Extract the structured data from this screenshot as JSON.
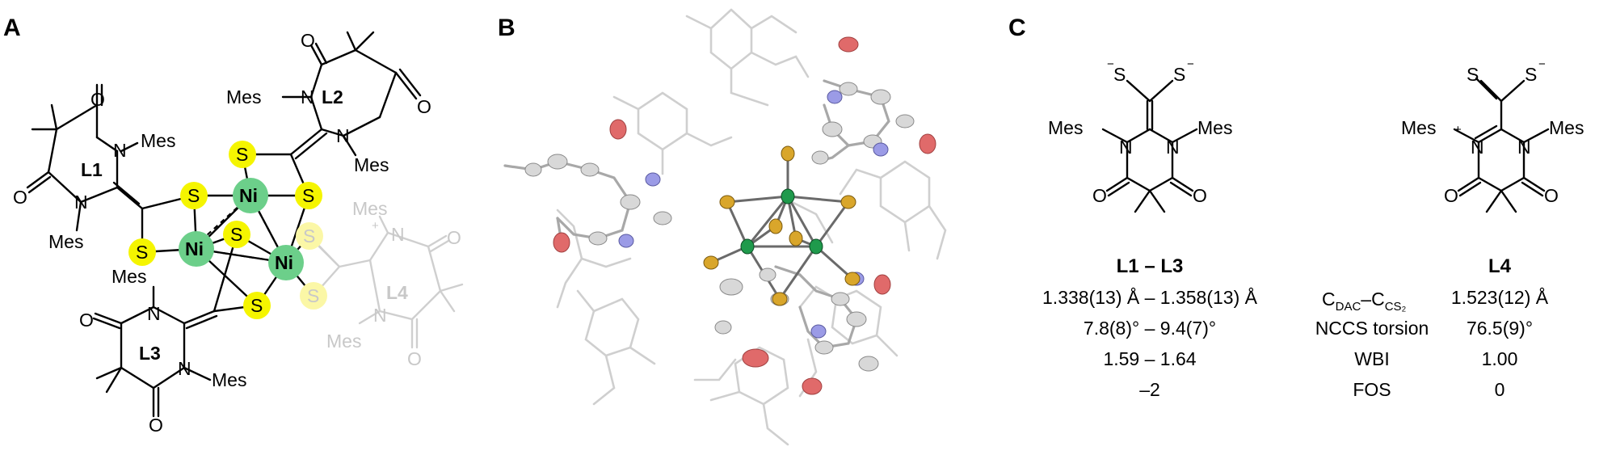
{
  "panels": {
    "a": {
      "letter": "A"
    },
    "b": {
      "letter": "B"
    },
    "c": {
      "letter": "C"
    }
  },
  "labels": {
    "mes": "Mes",
    "ni": "Ni",
    "s": "S",
    "o": "O",
    "n": "N",
    "plus": "+",
    "minus": "−",
    "ligands": [
      "L1",
      "L2",
      "L3",
      "L4"
    ]
  },
  "table": {
    "col1_header": "L1 – L3",
    "col2_header": "L4",
    "rows": [
      {
        "label_main": "C",
        "label_sub1": "DAC",
        "label_dash": "–C",
        "label_sub2": "CS₂",
        "col1": "1.338(13) Å – 1.358(13) Å",
        "col2": "1.523(12) Å"
      },
      {
        "label_main": "NCCS torsion",
        "col1": "7.8(8)° – 9.4(7)°",
        "col2": "76.5(9)°"
      },
      {
        "label_main": "WBI",
        "col1": "1.59 – 1.64",
        "col2": "1.00"
      },
      {
        "label_main": "FOS",
        "col1": "–2",
        "col2": "0"
      }
    ]
  },
  "colors": {
    "sulfur": "#f5f500",
    "nickel": "#6ccf8a",
    "ortep_s": "#d9a62b",
    "ortep_ni": "#1f9a4c",
    "ortep_o": "#e06a6a",
    "ortep_n": "#9b9be6",
    "ortep_c": "#d8d8d8"
  }
}
